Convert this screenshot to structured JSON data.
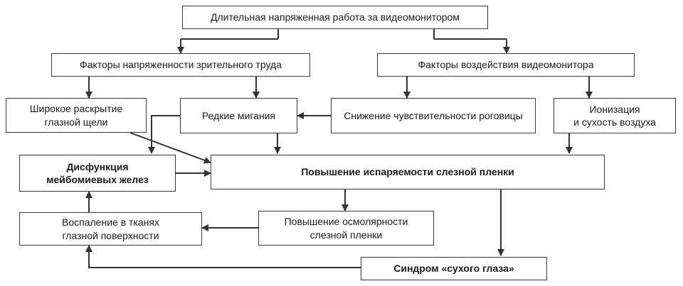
{
  "nodes": {
    "video_work": "Длительная напряженная работа за видеомонитором",
    "visual_strain": "Факторы напряженности зрительного труда",
    "monitor_factors": "Факторы воздействия видеомонитора",
    "wide_fissure": "Широкое раскрытие\nглазной щели",
    "rare_blinks": "Редкие мигания",
    "cornea_sensitivity": "Снижение чувствительности роговицы",
    "ionization": "Ионизация\nи сухость воздуха",
    "meibomian": "Дисфункция\nмейбомиевых желез",
    "evaporation": "Повышение испаряемости слезной пленки",
    "inflammation": "Воспаление в тканях\nглазной поверхности",
    "osmolarity": "Повышение осмолярности\nслезной пленки",
    "dry_eye": "Синдром «сухого глаза»"
  }
}
